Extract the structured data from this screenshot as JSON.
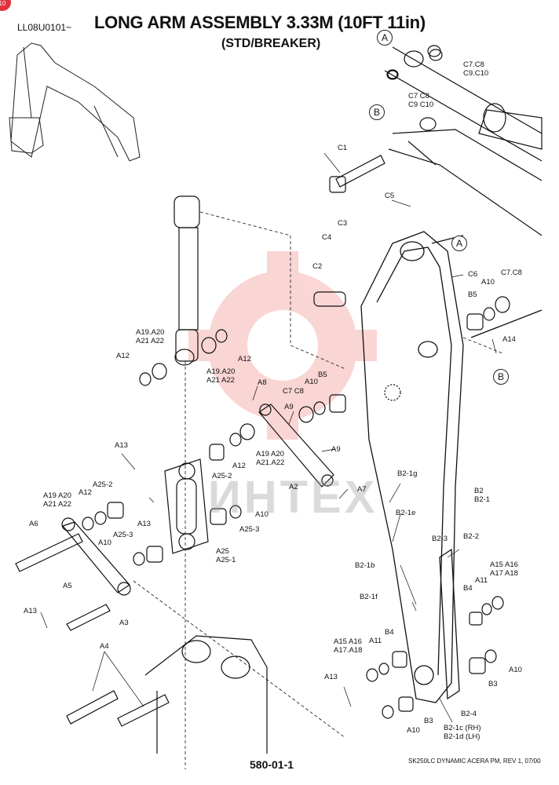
{
  "header": {
    "serial": "LL08U0101~",
    "title": "LONG ARM ASSEMBLY 3.33M (10FT 11in)",
    "subtitle": "(STD/BREAKER)"
  },
  "footer": {
    "page_number": "580-01-1",
    "note": "SK250LC DYNAMIC ACERA PM, REV 1, 07/00"
  },
  "watermark": "ИНТЕХ",
  "corner_badge": "10",
  "reference_markers": {
    "a": "A",
    "b": "B"
  },
  "callouts": {
    "c7c8_top": [
      "C7.C8",
      "C9.C10"
    ],
    "c7c8_mid": [
      "C7 C8",
      "C9 C10"
    ],
    "c1": "C1",
    "c3": "C3",
    "c4": "C4",
    "c5": "C5",
    "c2": "C2",
    "c6": "C6",
    "c7c8_right": "C7.C8",
    "b5_right": "B5",
    "a10_right": "A10",
    "a14": "A14",
    "a19_upper": [
      "A19.A20",
      "A21 A22"
    ],
    "a12_left": "A12",
    "a19_center": [
      "A19.A20",
      "A21 A22"
    ],
    "a12_center": "A12",
    "a8": "A8",
    "c7c8_lower": "C7 C8",
    "a10_lower": "A10",
    "b5_lower": "B5",
    "a9_top": "A9",
    "a9_side": "A9",
    "a13_top": "A13",
    "a25_2_top": "A25-2",
    "a12_mid": "A12",
    "a19_link": [
      "A19 A20",
      "A21.A22"
    ],
    "a2": "A2",
    "a7": "A7",
    "a19_left": [
      "A19 A20",
      "A21 A22"
    ],
    "a12_left2": "A12",
    "a25_2_left": "A25-2",
    "a13_mid": "A13",
    "a10_link": "A10",
    "a25_3_right": "A25-3",
    "a6": "A6",
    "a25_3_left": "A25-3",
    "a10_left": "A10",
    "a25": [
      "A25",
      "A25-1"
    ],
    "a5": "A5",
    "a3": "A3",
    "a13_left": "A13",
    "a4": "A4",
    "b2_1g": "B2-1g",
    "b2": [
      "B2",
      "B2-1"
    ],
    "b2_1e": "B2-1e",
    "b2_3": "B2-3",
    "b2_2": "B2-2",
    "b2_1b": "B2-1b",
    "a15_right": [
      "A15 A16",
      "A17 A18"
    ],
    "a11_right": "A11",
    "b4_right": "B4",
    "b2_1f": "B2-1f",
    "b4_lower": "B4",
    "a15_lower": [
      "A15 A16",
      "A17.A18"
    ],
    "a11_lower": "A11",
    "a10_far": "A10",
    "b3_right": "B3",
    "a13_lower": "A13",
    "b2_4": "B2-4",
    "b3_lower": "B3",
    "a10_bottom": "A10",
    "b2_1c": [
      "B2-1c (RH)",
      "B2-1d (LH)"
    ]
  }
}
